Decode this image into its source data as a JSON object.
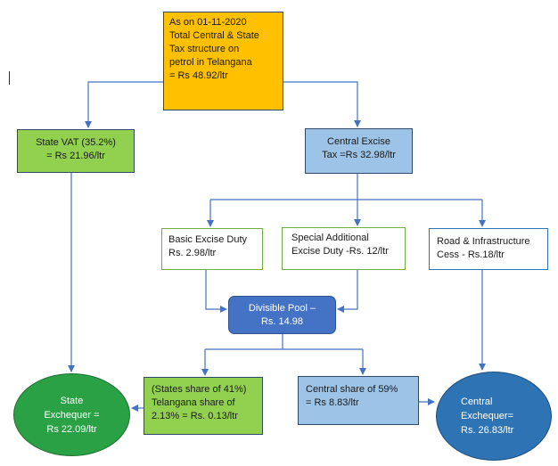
{
  "diagram": {
    "top_box": {
      "lines": [
        "As on 01-11-2020",
        "Total Central & State",
        "Tax structure on",
        "petrol  in Telangana",
        "= Rs 48.92/ltr"
      ]
    },
    "state_vat": {
      "lines": [
        "State VAT (35.2%)",
        "= Rs 21.96/ltr"
      ]
    },
    "central_excise": {
      "lines": [
        "Central Excise",
        "Tax =Rs 32.98/ltr"
      ]
    },
    "basic_excise": {
      "lines": [
        "Basic Excise Duty",
        "Rs. 2.98/ltr"
      ]
    },
    "special_excise": {
      "lines": [
        "Special Additional",
        "Excise Duty -Rs. 12/ltr"
      ]
    },
    "road_cess": {
      "lines": [
        "Road & Infrastructure",
        "Cess - Rs.18/ltr"
      ]
    },
    "divisible_pool": {
      "lines": [
        "Divisible Pool –",
        "Rs. 14.98"
      ]
    },
    "states_share": {
      "lines": [
        "(States share of 41%)",
        "Telangana share of",
        "2.13% = Rs. 0.13/ltr"
      ]
    },
    "central_share": {
      "lines": [
        "Central share of 59%",
        "= Rs 8.83/ltr"
      ]
    },
    "state_exchequer": {
      "lines": [
        "State",
        "Exchequer =",
        "Rs 22.09/ltr"
      ]
    },
    "central_exchequer": {
      "lines": [
        "Central",
        "Exchequer=",
        "Rs. 26.83/ltr"
      ]
    },
    "colors": {
      "orange": "#ffc000",
      "green": "#92d050",
      "light_blue": "#9dc3e6",
      "blue": "#4472c4",
      "dark_green": "#2aa145",
      "dark_blue": "#2e74b5",
      "connector": "#4472c4"
    }
  }
}
